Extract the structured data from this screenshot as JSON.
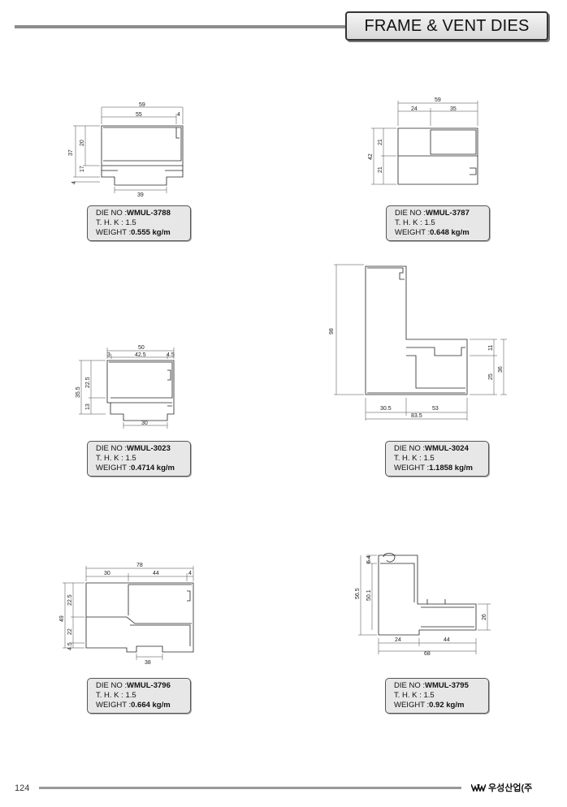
{
  "header": {
    "title": "FRAME & VENT DIES"
  },
  "labels": {
    "die_no": "DIE NO :",
    "thk": "T. H. K :",
    "weight": "WEIGHT :"
  },
  "dies": [
    {
      "die_no": "WMUL-3788",
      "thk": "1.5",
      "weight": "0.555 kg/m",
      "dims": [
        "59",
        "55",
        "4",
        "37",
        "20",
        "17",
        "4",
        "39"
      ]
    },
    {
      "die_no": "WMUL-3787",
      "thk": "1.5",
      "weight": "0.648 kg/m",
      "dims": [
        "59",
        "24",
        "35",
        "42",
        "21",
        "21"
      ]
    },
    {
      "die_no": "WMUL-3023",
      "thk": "1.5",
      "weight": "0.4714 kg/m",
      "dims": [
        "50",
        "3",
        "42.5",
        "4.5",
        "35.5",
        "22.5",
        "13",
        "30"
      ]
    },
    {
      "die_no": "WMUL-3024",
      "thk": "1.5",
      "weight": "1.1858 kg/m",
      "dims": [
        "98",
        "11",
        "25",
        "36",
        "30.5",
        "53",
        "83.5"
      ]
    },
    {
      "die_no": "WMUL-3796",
      "thk": "1.5",
      "weight": "0.664 kg/m",
      "dims": [
        "78",
        "30",
        "44",
        "4",
        "49",
        "22.5",
        "22",
        "4.5",
        "38"
      ]
    },
    {
      "die_no": "WMUL-3795",
      "thk": "1.5",
      "weight": "0.92 kg/m",
      "dims": [
        "6.4",
        "56.5",
        "50.1",
        "26",
        "24",
        "44",
        "68"
      ]
    }
  ],
  "footer": {
    "page_number": "124",
    "company": "우성산업(주"
  }
}
